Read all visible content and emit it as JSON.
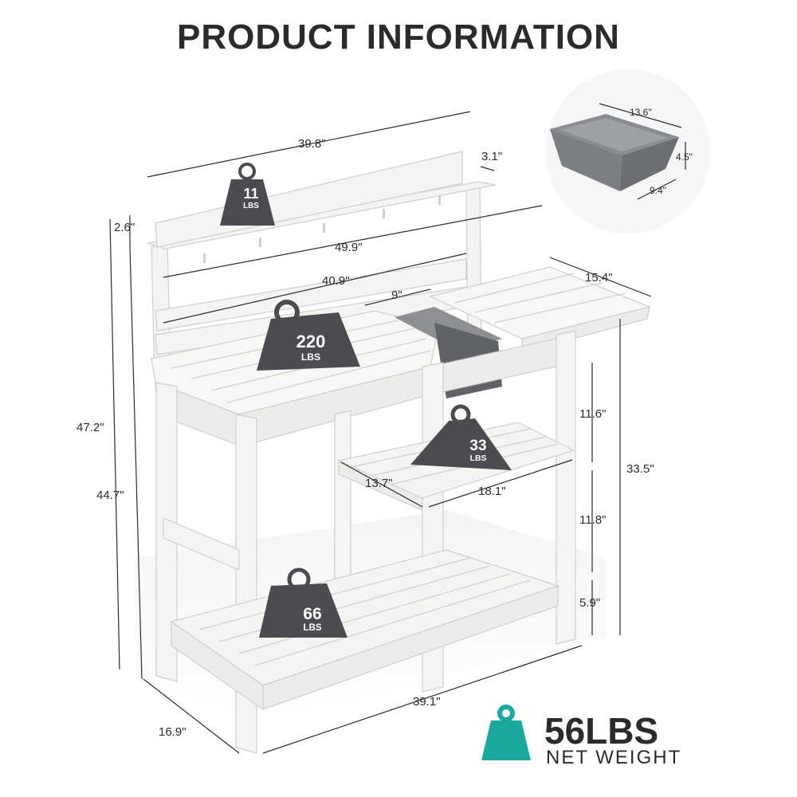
{
  "title": "PRODUCT INFORMATION",
  "dimensions": {
    "top_width": "39.8\"",
    "shelf_depth": "3.1\"",
    "shelf_height": "2.6\"",
    "overall_width": "49.9\"",
    "inner_width": "40.9\"",
    "sink_gap": "9\"",
    "side_table_depth": "15.4\"",
    "total_height": "47.2\"",
    "rear_height": "44.7\"",
    "table_height": "33.5\"",
    "upper_gap": "11.6\"",
    "middle_gap": "11.8\"",
    "bottom_gap": "5.9\"",
    "mid_shelf_depth": "13.7\"",
    "mid_shelf_width": "18.1\"",
    "base_width": "39.1\"",
    "base_depth": "16.9\""
  },
  "sink_bin": {
    "length": "13.6\"",
    "height": "4.5\"",
    "width": "9.4\""
  },
  "load_weights": [
    {
      "value": "11",
      "unit": "LBS"
    },
    {
      "value": "220",
      "unit": "LBS"
    },
    {
      "value": "33",
      "unit": "LBS"
    },
    {
      "value": "66",
      "unit": "LBS"
    }
  ],
  "net_weight": {
    "value": "56LBS",
    "label": "NET WEIGHT"
  },
  "colors": {
    "wood": "#f4f4f2",
    "wood_edge": "#cfcfcc",
    "weight_block": "#4a4c4f",
    "accent_teal": "#1aa99f",
    "text": "#2b2b2b"
  }
}
